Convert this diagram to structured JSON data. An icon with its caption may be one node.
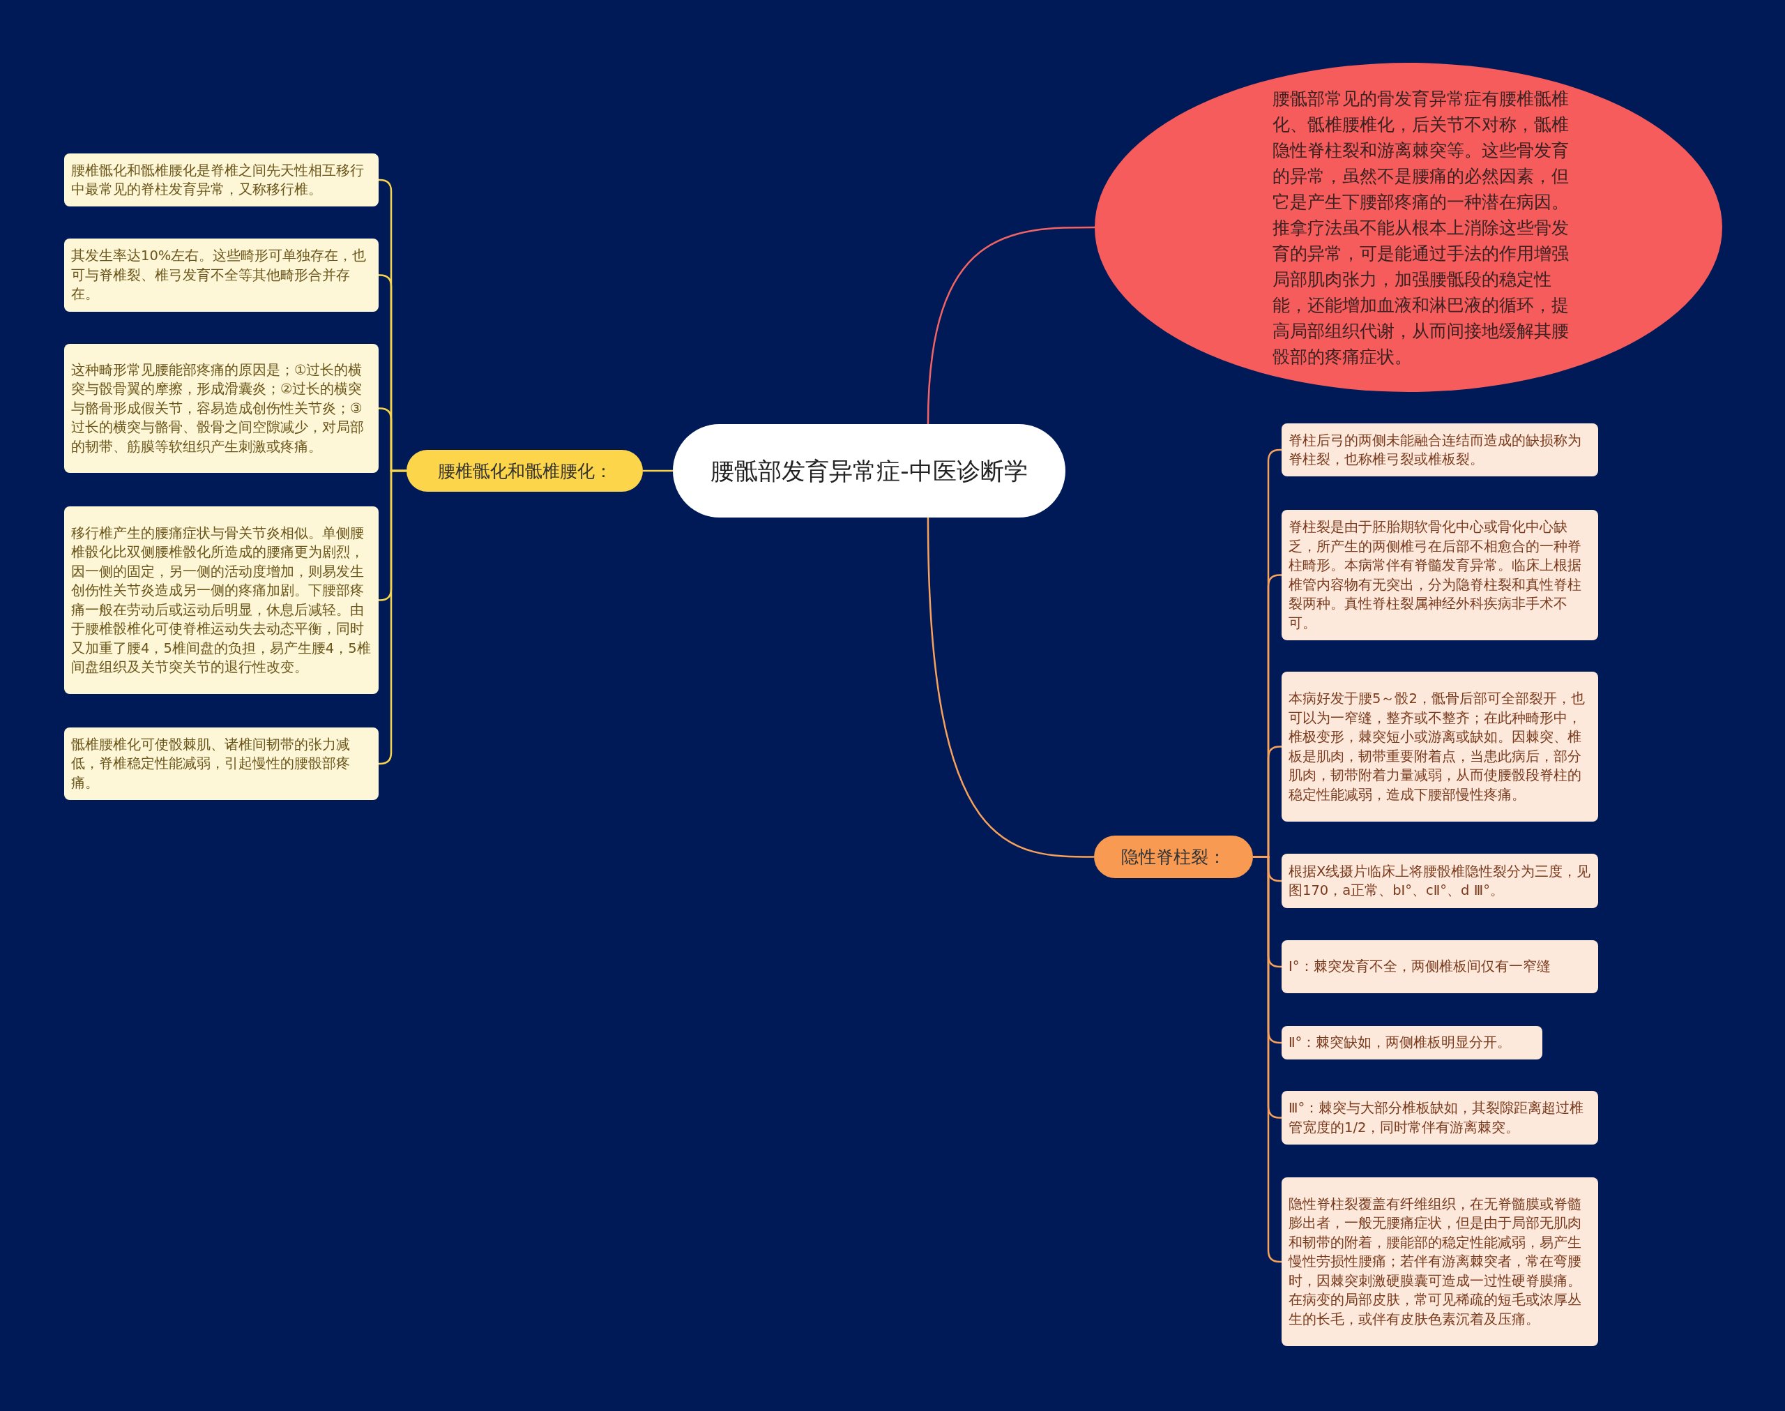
{
  "diagram": {
    "nodes": [
      {
        "text": [
          "腰骶部发育异常症-中医诊断学"
        ]
      },
      {
        "text": [
          "腰骶部常见的骨发育异常症有腰椎骶椎化、骶椎腰椎化，后关节不对称，骶椎隐性脊柱裂和游离棘突等。这些骨发育的异常，虽然不是腰痛的必然因素，但它是产生下腰部疼痛的一种潜在病因。推拿疗法虽不能从根本上消除这些骨发育的异常，可是能通过手法的作用增强局部肌肉张力，加强腰骶段的稳定性能，还能增加血液和淋巴液的循环，提高局部组织代谢，从而间接地缓解其腰骰部的疼痛症状。"
        ]
      },
      {
        "text": [
          "腰椎骶化和骶椎腰化："
        ]
      },
      {
        "text": [
          "腰椎骶化和骶椎腰化是脊椎之间先天性相互移行中最常见的脊柱发育异常，又称移行椎。"
        ]
      },
      {
        "text": [
          "其发生率达10%左右。这些畸形可单独存在，也可与脊椎裂、椎弓发育不全等其他畸形合并存在。"
        ]
      },
      {
        "text": [
          "这种畸形常见腰能部疼痛的原因是；①过长的横突与骰骨翼的摩擦，形成滑囊炎；②过长的横突与骼骨形成假关节，容易造成创伤性关节炎；③过长的横突与骼骨、骰骨之间空隙减少，对局部的韧带、筋膜等软组织产生刺激或疼痛。"
        ]
      },
      {
        "text": [
          "移行椎产生的腰痛症状与骨关节炎相似。单侧腰椎骰化比双侧腰椎骰化所造成的腰痛更为剧烈，因一侧的固定，另一侧的活动度增加，则易发生创伤性关节炎造成另一侧的疼痛加剧。下腰部疼痛一般在劳动后或运动后明显，休息后减轻。由于腰椎骰椎化可使脊椎运动失去动态平衡，同时又加重了腰4，5椎间盘的负担，易产生腰4，5椎间盘组织及关节突关节的退行性改变。"
        ]
      },
      {
        "text": [
          "骶椎腰椎化可使骰棘肌、诸椎间韧带的张力减低，脊椎稳定性能减弱，引起慢性的腰骰部疼痛。"
        ]
      },
      {
        "text": [
          "隐性脊柱裂："
        ]
      },
      {
        "text": [
          "脊柱后弓的两侧未能融合连结而造成的缺损称为脊柱裂，也称椎弓裂或椎板裂。"
        ]
      },
      {
        "text": [
          "脊柱裂是由于胚胎期软骨化中心或骨化中心缺乏，所产生的两侧椎弓在后部不相愈合的一种脊柱畸形。本病常伴有脊髓发育异常。临床上根据椎管内容物有无突出，分为隐脊柱裂和真性脊柱裂两种。真性脊柱裂属神经外科疾病非手术不可。"
        ]
      },
      {
        "text": [
          "本病好发于腰5～骰2，骶骨后部可全部裂开，也可以为一窄缝，整齐或不整齐；在此种畸形中，椎极变形，棘突短小或游离或缺如。因棘突、椎板是肌肉，韧带重要附着点，当患此病后，部分肌肉，韧带附着力量减弱，从而使腰骰段脊柱的稳定性能减弱，造成下腰部慢性疼痛。"
        ]
      },
      {
        "text": [
          "根据X线摄片临床上将腰骰椎隐性裂分为三度，见图170，a正常、bⅠ°、cⅡ°、d Ⅲ°。"
        ]
      },
      {
        "text": [
          "Ⅰ°：棘突发育不全，两侧椎板间仅有一窄缝"
        ]
      },
      {
        "text": [
          "Ⅱ°：棘突缺如，两侧椎板明显分开。"
        ]
      },
      {
        "text": [
          "Ⅲ°：棘突与大部分椎板缺如，其裂隙距离超过椎管宽度的1/2，同时常伴有游离棘突。"
        ]
      },
      {
        "text": [
          "隐性脊柱裂覆盖有纤维组织，在无脊髓膜或脊髓膨出者，一般无腰痛症状，但是由于局部无肌肉和韧带的附着，腰能部的稳定性能减弱，易产生慢性劳损性腰痛；若伴有游离棘突者，常在弯腰时，因棘突刺激硬膜囊可造成一过性硬脊膜痛。在病变的局部皮肤，常可见稀疏的短毛或浓厚丛生的长毛，或伴有皮肤色素沉着及压痛。"
        ]
      }
    ],
    "edges": [
      {
        "from": 0,
        "to": 1,
        "arrow": "none",
        "color": "#f26464"
      },
      {
        "from": 0,
        "to": 2,
        "arrow": "none",
        "color": "#f8d44c"
      },
      {
        "from": 2,
        "to": 3,
        "arrow": "none",
        "color": "#f8d44c"
      },
      {
        "from": 2,
        "to": 4,
        "arrow": "none",
        "color": "#f8d44c"
      },
      {
        "from": 2,
        "to": 5,
        "arrow": "none",
        "color": "#f8d44c"
      },
      {
        "from": 2,
        "to": 6,
        "arrow": "none",
        "color": "#f8d44c"
      },
      {
        "from": 2,
        "to": 7,
        "arrow": "none",
        "color": "#f8d44c"
      },
      {
        "from": 0,
        "to": 8,
        "arrow": "none"
      },
      {
        "from": 8,
        "to": 9,
        "arrow": "none"
      },
      {
        "from": 8,
        "to": 10,
        "arrow": "none"
      },
      {
        "from": 8,
        "to": 11,
        "arrow": "none"
      },
      {
        "from": 8,
        "to": 12,
        "arrow": "none"
      },
      {
        "from": 8,
        "to": 13,
        "arrow": "none"
      },
      {
        "from": 8,
        "to": 14,
        "arrow": "none"
      },
      {
        "from": 8,
        "to": 15,
        "arrow": "none"
      },
      {
        "from": 8,
        "to": 16,
        "arrow": "none"
      }
    ]
  }
}
